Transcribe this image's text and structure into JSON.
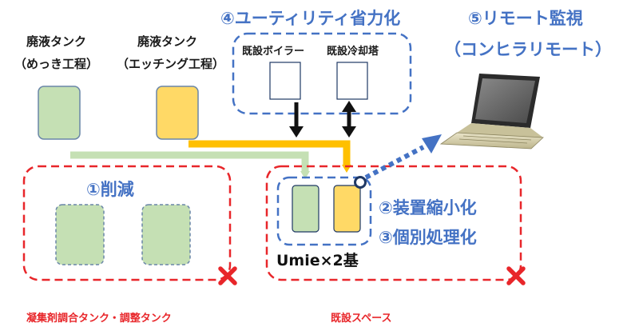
{
  "tanks": {
    "plating": {
      "line1": "廃液タンク",
      "line2": "（めっき工程）",
      "color": "#c5e0b4"
    },
    "etching": {
      "line1": "廃液タンク",
      "line2": "（エッチング工程）",
      "color": "#ffd966"
    }
  },
  "items": {
    "utility": "④ユーティリティ省力化",
    "remote_title": "⑤リモート監視",
    "remote_sub": "（コンヒラリモート）",
    "reduction": "①削減",
    "downsizing": "②装置縮小化",
    "individual": "③個別処理化"
  },
  "equipment": {
    "boiler": "既設ボイラー",
    "cooling_tower": "既設冷却塔"
  },
  "umie": "Umie×2基",
  "regions": {
    "left": "凝集剤調合タンク・調整タンク",
    "right": "既設スペース"
  },
  "colors": {
    "accent_blue": "#4472c4",
    "dashed_red": "#e8262a",
    "green": "#c5e0b4",
    "yellow": "#ffd966",
    "pipe_yellow": "#ffc000"
  },
  "icons": [
    "laptop-icon",
    "cross-mark-icon",
    "connector-circle-icon"
  ]
}
